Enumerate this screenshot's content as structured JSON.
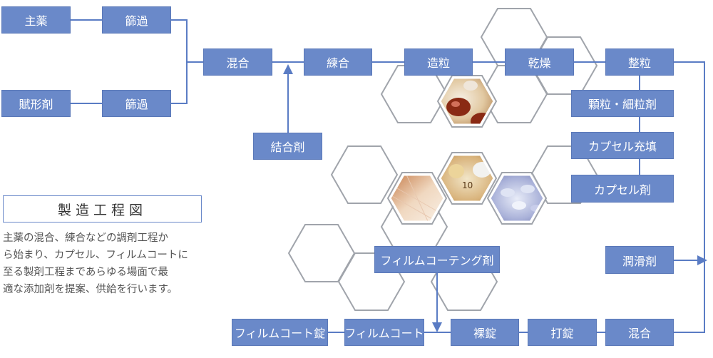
{
  "title": "製造工程図",
  "description": [
    "主薬の混合、練合などの調剤工程か",
    "ら始まり、カプセル、フィルムコートに",
    "至る製剤工程まであらゆる場面で最",
    "適な添加剤を提案、供給を行います。"
  ],
  "colors": {
    "box": "#6a89c9",
    "line": "#5a7cc4",
    "hex": "#a0a4ab"
  },
  "nodes": {
    "main_drug": "主薬",
    "sieve_1": "篩過",
    "excipient": "賦形剤",
    "sieve_2": "篩過",
    "mixing_1": "混合",
    "binder": "結合剤",
    "kneading": "練合",
    "granulation": "造粒",
    "drying": "乾燥",
    "sizing": "整粒",
    "granules": "顆粒・細粒剤",
    "capsule_filling": "カプセル充填",
    "capsules": "カプセル剤",
    "lubricant": "潤滑剤",
    "film_coating": "フィルムコーテング剤",
    "mixing_2": "混合",
    "tableting": "打錠",
    "plain_tablet": "裸錠",
    "film_coat": "フィルムコート",
    "film_coated_tablet": "フィルムコート錠"
  },
  "photos": [
    "red-pills-photo",
    "tablets-photo",
    "capsules-photo",
    "granules-photo"
  ]
}
